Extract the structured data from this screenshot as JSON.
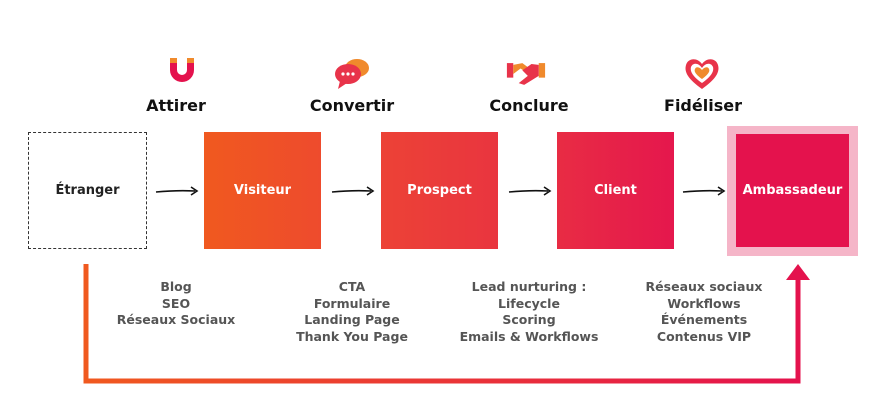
{
  "stages": [
    "Attirer",
    "Convertir",
    "Conclure",
    "Fidéliser"
  ],
  "boxes": {
    "stranger": "Étranger",
    "visitor": "Visiteur",
    "prospect": "Prospect",
    "client": "Client",
    "ambassador": "Ambassadeur"
  },
  "lists": {
    "attract": [
      "Blog",
      "SEO",
      "Réseaux Sociaux"
    ],
    "convert": [
      "CTA",
      "Formulaire",
      "Landing Page",
      "Thank You Page"
    ],
    "close": [
      "Lead nurturing :",
      "Lifecycle",
      "Scoring",
      "Emails & Workflows"
    ],
    "delight": [
      "Réseaux sociaux",
      "Workflows",
      "Événements",
      "Contenus VIP"
    ]
  },
  "icons": [
    "magnet-icon",
    "chat-bubbles-icon",
    "handshake-icon",
    "heart-icon"
  ],
  "colors": {
    "orange": "#f0591f",
    "red": "#e8334a",
    "magenta": "#e4124d",
    "ambassador_border": "#f5b5c8"
  }
}
